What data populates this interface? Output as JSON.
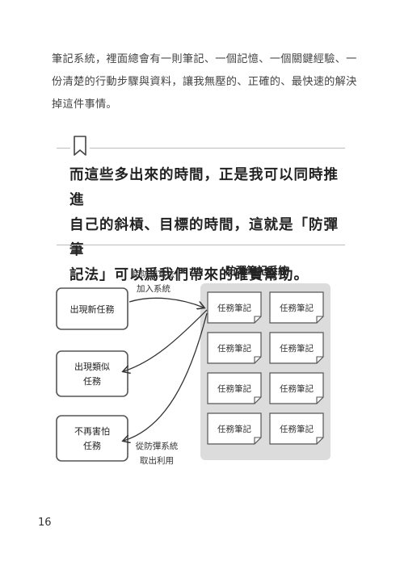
{
  "body_text": "筆記系統，裡面總會有一則筆記、一個記憶、一個關鍵經驗、一份清楚的行動步驟與資料，讓我無壓的、正確的、最快速的解決掉這件事情。",
  "quote": {
    "lines": [
      "而這些多出來的時間，正是我可以同時推進",
      "自己的斜槓、目標的時間，這就是「防彈筆",
      "記法」可以爲我們帶來的確實幫助。"
    ],
    "icon": "bookmark-icon"
  },
  "diagram": {
    "system_title": "防彈筆記系統",
    "arrow_in_label": [
      "用防彈寫法",
      "加入系統"
    ],
    "arrow_out_label": [
      "從防彈系統",
      "取出利用"
    ],
    "left_boxes": [
      {
        "lines": [
          "出現新任務"
        ]
      },
      {
        "lines": [
          "出現類似",
          "任務"
        ]
      },
      {
        "lines": [
          "不再害怕",
          "任務"
        ]
      }
    ],
    "note_label": "任務筆記",
    "note_count": 8
  },
  "page_number": "16"
}
